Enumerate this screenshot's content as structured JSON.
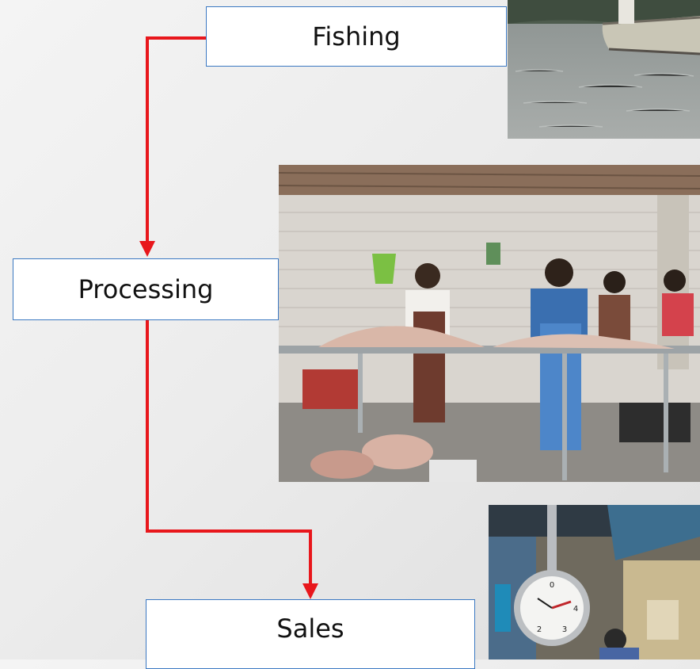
{
  "diagram": {
    "steps": [
      {
        "id": "fishing",
        "label": "Fishing"
      },
      {
        "id": "processing",
        "label": "Processing"
      },
      {
        "id": "sales",
        "label": "Sales"
      }
    ],
    "connector_color": "#e8171c",
    "box_border_color": "#3b78c2"
  },
  "photos": [
    {
      "name": "fishing-boat-photo",
      "subject": "boat on lake"
    },
    {
      "name": "fish-processing-photo",
      "subject": "workers cleaning fish"
    },
    {
      "name": "market-scale-photo",
      "subject": "hanging scale at market"
    }
  ]
}
